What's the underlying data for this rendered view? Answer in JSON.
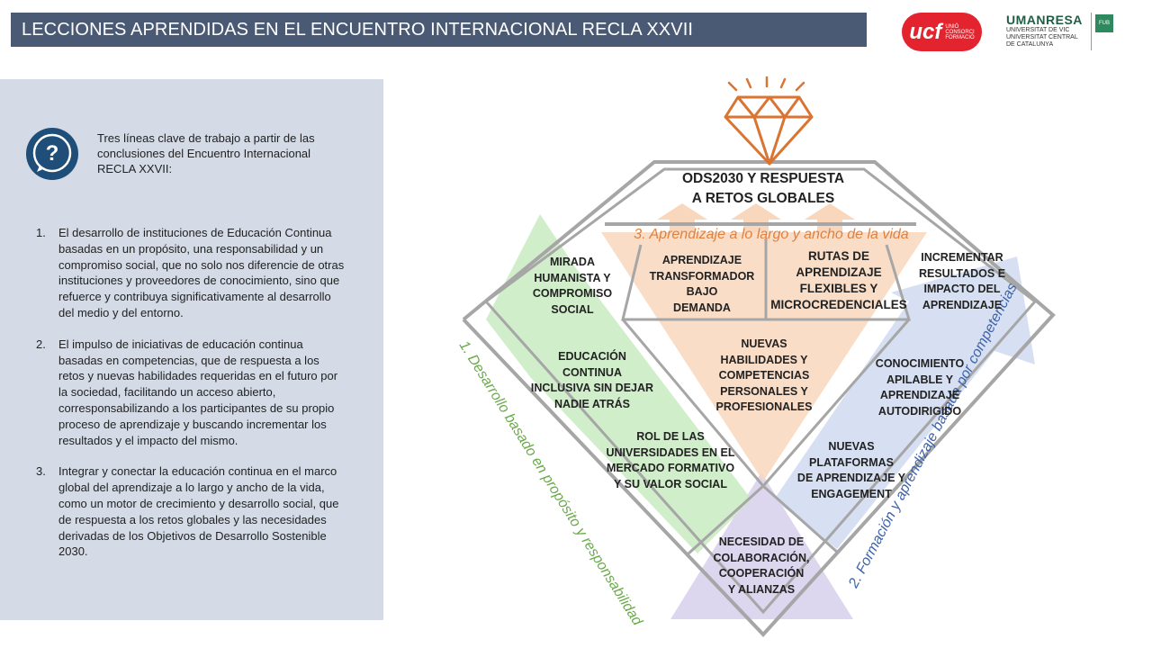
{
  "header": {
    "title": "LECCIONES APRENDIDAS EN EL ENCUENTRO INTERNACIONAL RECLA XXVII"
  },
  "logos": {
    "ucf": {
      "main": "ucf",
      "sub1": "UNIÓ",
      "sub2": "CONSORCI",
      "sub3": "FORMACIÓ"
    },
    "umanresa": {
      "main": "UMANRESA",
      "sub1": "UNIVERSITAT DE VIC",
      "sub2": "UNIVERSITAT CENTRAL",
      "sub3": "DE CATALUNYA"
    },
    "fub": {
      "main": "FUB"
    }
  },
  "left_panel": {
    "icon": "question-bubble-icon",
    "intro": "Tres líneas clave de trabajo a partir de las conclusiones del Encuentro Internacional RECLA XXVII:",
    "points": [
      {
        "num": "1.",
        "text": "El desarrollo de instituciones de Educación Continua basadas en un propósito, una responsabilidad y un compromiso social, que no solo nos diferencie de otras instituciones y proveedores de conocimiento, sino que refuerce y contribuya significativamente al desarrollo del medio y del entorno."
      },
      {
        "num": "2.",
        "text": "El impulso de iniciativas de educación continua basadas en competencias, que de respuesta a los retos y nuevas habilidades requeridas en el futuro por la sociedad, facilitando un acceso abierto, corresponsabilizando a los participantes de su propio proceso de aprendizaje y buscando incrementar los resultados y el impacto del mismo."
      },
      {
        "num": "3.",
        "text": "Integrar y conectar la educación continua en el marco global del aprendizaje a lo largo y ancho de la vida, como un motor de crecimiento y desarrollo social, que de respuesta a los retos globales y las necesidades derivadas de los Objetivos de Desarrollo Sostenible 2030."
      }
    ]
  },
  "diagram": {
    "top_icon": "diamond-icon",
    "ods_line1": "ODS2030 Y RESPUESTA",
    "ods_line2": "A RETOS GLOBALES",
    "line3": "3. Aprendizaje a lo largo y ancho de la vida",
    "line1": "1. Desarrollo basado en propósito y responsabilidad",
    "line2": "2. Formación y aprendizaje basada por competencias",
    "boxes": {
      "mirada": [
        "MIRADA",
        "HUMANISTA Y",
        "COMPROMISO",
        "SOCIAL"
      ],
      "aprendizaje_transformador": [
        "APRENDIZAJE",
        "TRANSFORMADOR",
        "BAJO",
        "DEMANDA"
      ],
      "rutas": [
        "RUTAS DE",
        "APRENDIZAJE",
        "FLEXIBLES Y",
        "MICROCREDENCIALES"
      ],
      "incrementar": [
        "INCREMENTAR",
        "RESULTADOS E",
        "IMPACTO DEL",
        "APRENDIZAJE"
      ],
      "educacion_inclusiva": [
        "EDUCACIÓN",
        "CONTINUA",
        "INCLUSIVA SIN DEJAR",
        "NADIE ATRÁS"
      ],
      "nuevas_habilidades": [
        "NUEVAS",
        "HABILIDADES Y",
        "COMPETENCIAS",
        "PERSONALES Y",
        "PROFESIONALES"
      ],
      "conocimiento_apilable": [
        "CONOCIMIENTO",
        "APILABLE Y",
        "APRENDIZAJE",
        "AUTODIRIGIDO"
      ],
      "rol_universidades": [
        "ROL DE LAS",
        "UNIVERSIDADES EN EL",
        "MERCADO FORMATIVO",
        "Y SU VALOR SOCIAL"
      ],
      "nuevas_plataformas": [
        "NUEVAS",
        "PLATAFORMAS",
        "DE APRENDIZAJE Y",
        "ENGAGEMENT"
      ],
      "necesidad_colaboracion": [
        "NECESIDAD DE",
        "COLABORACIÓN,",
        "COOPERACIÓN",
        "Y ALIANZAS"
      ]
    },
    "colors": {
      "green": "#6aaa4b",
      "blue": "#3d63a8",
      "orange": "#e0803e",
      "grey_outline": "#a6a6a6",
      "diamond": "#d97433"
    }
  }
}
